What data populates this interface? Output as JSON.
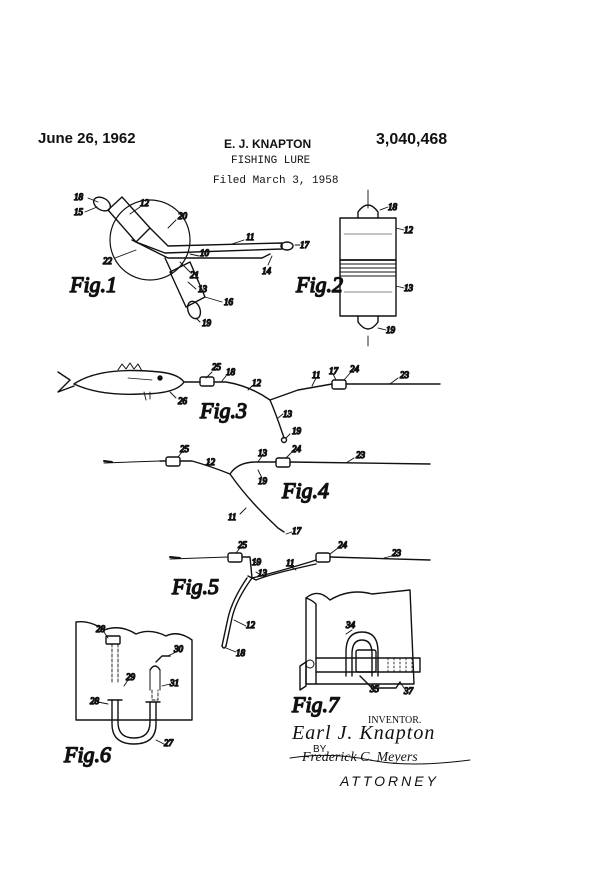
{
  "header": {
    "date": "June 26, 1962",
    "inventor_short": "E. J. KNAPTON",
    "patent_number": "3,040,468",
    "title": "FISHING LURE",
    "filed": "Filed March 3, 1958"
  },
  "figures": {
    "fig1": "Fig.1",
    "fig2": "Fig.2",
    "fig3": "Fig.3",
    "fig4": "Fig.4",
    "fig5": "Fig.5",
    "fig6": "Fig.6",
    "fig7": "Fig.7"
  },
  "refs": {
    "n10": "10",
    "n11": "11",
    "n12": "12",
    "n13": "13",
    "n14": "14",
    "n15": "15",
    "n16": "16",
    "n17": "17",
    "n18": "18",
    "n19": "19",
    "n20": "20",
    "n21": "21",
    "n22": "22",
    "n23": "23",
    "n24": "24",
    "n25": "25",
    "n26": "26",
    "n27": "27",
    "n28": "28",
    "n29": "29",
    "n30": "30",
    "n31": "31",
    "n34": "34",
    "n35": "35",
    "n37": "37"
  },
  "signature": {
    "inventor_label": "INVENTOR.",
    "inventor_name": "Earl J. Knapton",
    "by": "BY",
    "attorney_sig": "Frederick C. Meyers",
    "attorney_label": "ATTORNEY"
  }
}
